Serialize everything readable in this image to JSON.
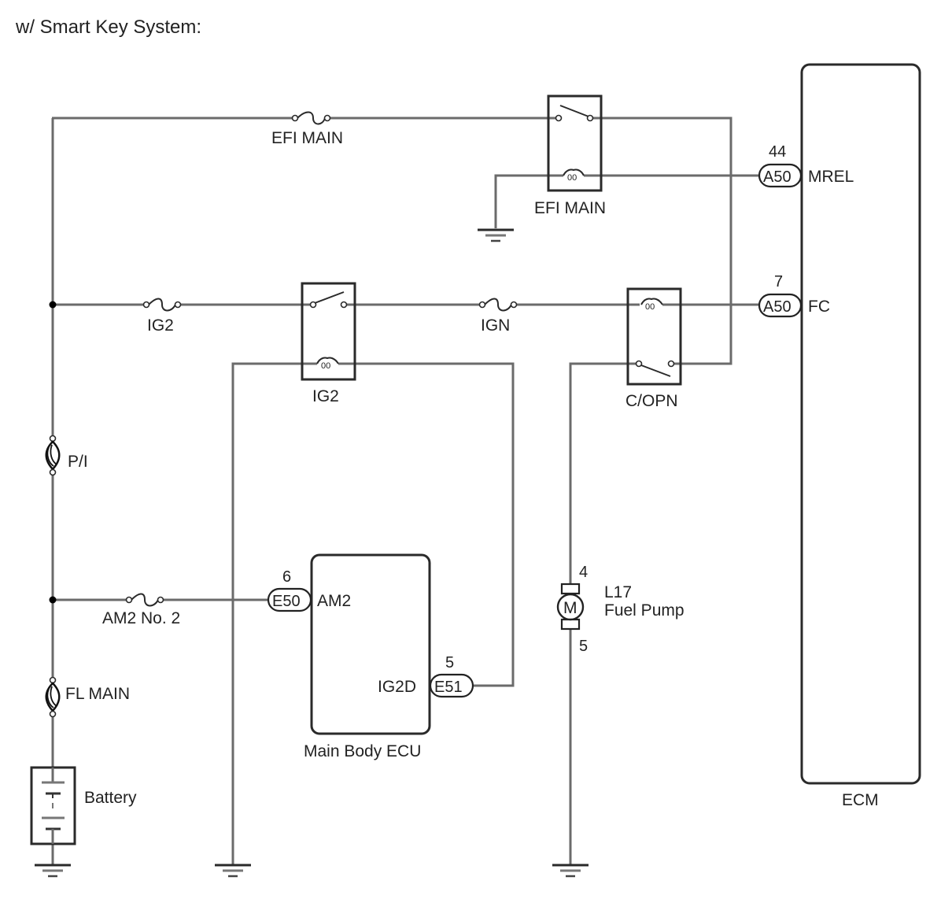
{
  "title": "w/ Smart Key System:",
  "fuses": {
    "efi_main": "EFI MAIN",
    "ig2": "IG2",
    "ign": "IGN",
    "am2_no2": "AM2 No. 2",
    "pi": "P/I",
    "fl_main": "FL MAIN"
  },
  "relays": {
    "efi_main": "EFI MAIN",
    "ig2": "IG2",
    "c_opn": "C/OPN"
  },
  "ecm": {
    "label": "ECM",
    "mrel": {
      "connector": "A50",
      "pin": "44",
      "signal": "MREL"
    },
    "fc": {
      "connector": "A50",
      "pin": "7",
      "signal": "FC"
    }
  },
  "main_body_ecu": {
    "label": "Main Body ECU",
    "am2": {
      "connector": "E50",
      "pin": "6",
      "signal": "AM2"
    },
    "ig2d": {
      "connector": "E51",
      "pin": "5",
      "signal": "IG2D"
    }
  },
  "fuel_pump": {
    "code": "L17",
    "label": "Fuel Pump",
    "symbol": "M",
    "pin_top": "4",
    "pin_bottom": "5"
  },
  "battery": {
    "label": "Battery"
  }
}
